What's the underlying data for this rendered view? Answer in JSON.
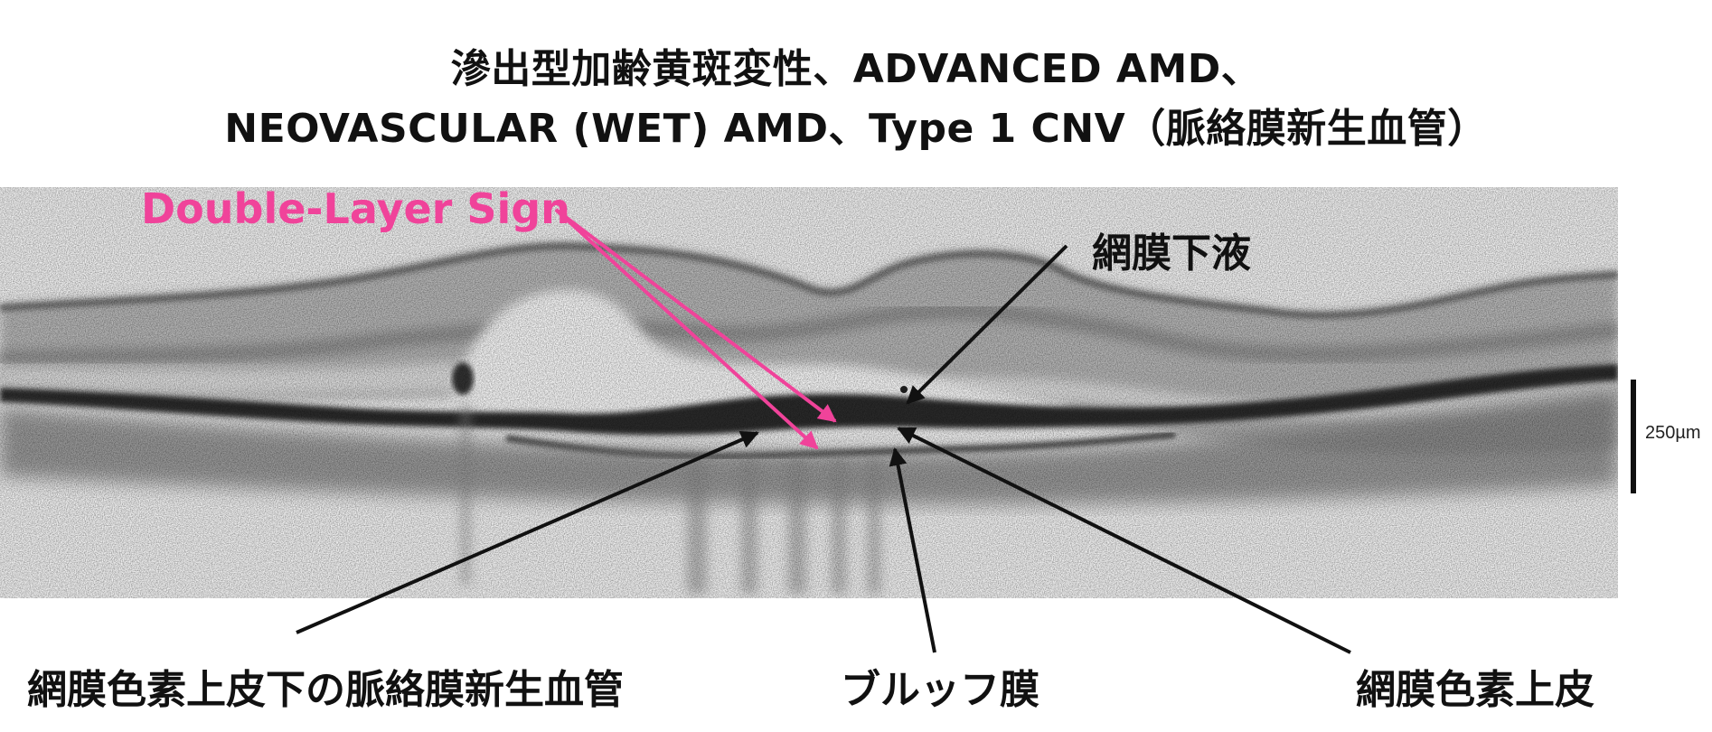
{
  "title": {
    "line1": "滲出型加齢黄斑変性、ADVANCED AMD、",
    "line2": "NEOVASCULAR (WET) AMD、Type 1 CNV（脈絡膜新生血管）"
  },
  "annotations": {
    "double_layer_sign": "Double-Layer Sign",
    "subretinal_fluid": "網膜下液",
    "sub_rpe_cnv": "網膜色素上皮下の脈絡膜新生血管",
    "bruchs_membrane": "ブルッフ膜",
    "rpe": "網膜色素上皮"
  },
  "scale": {
    "label": "250µm"
  },
  "colors": {
    "highlight": "#f0439a",
    "arrow": "#111111",
    "background": "#ffffff"
  }
}
